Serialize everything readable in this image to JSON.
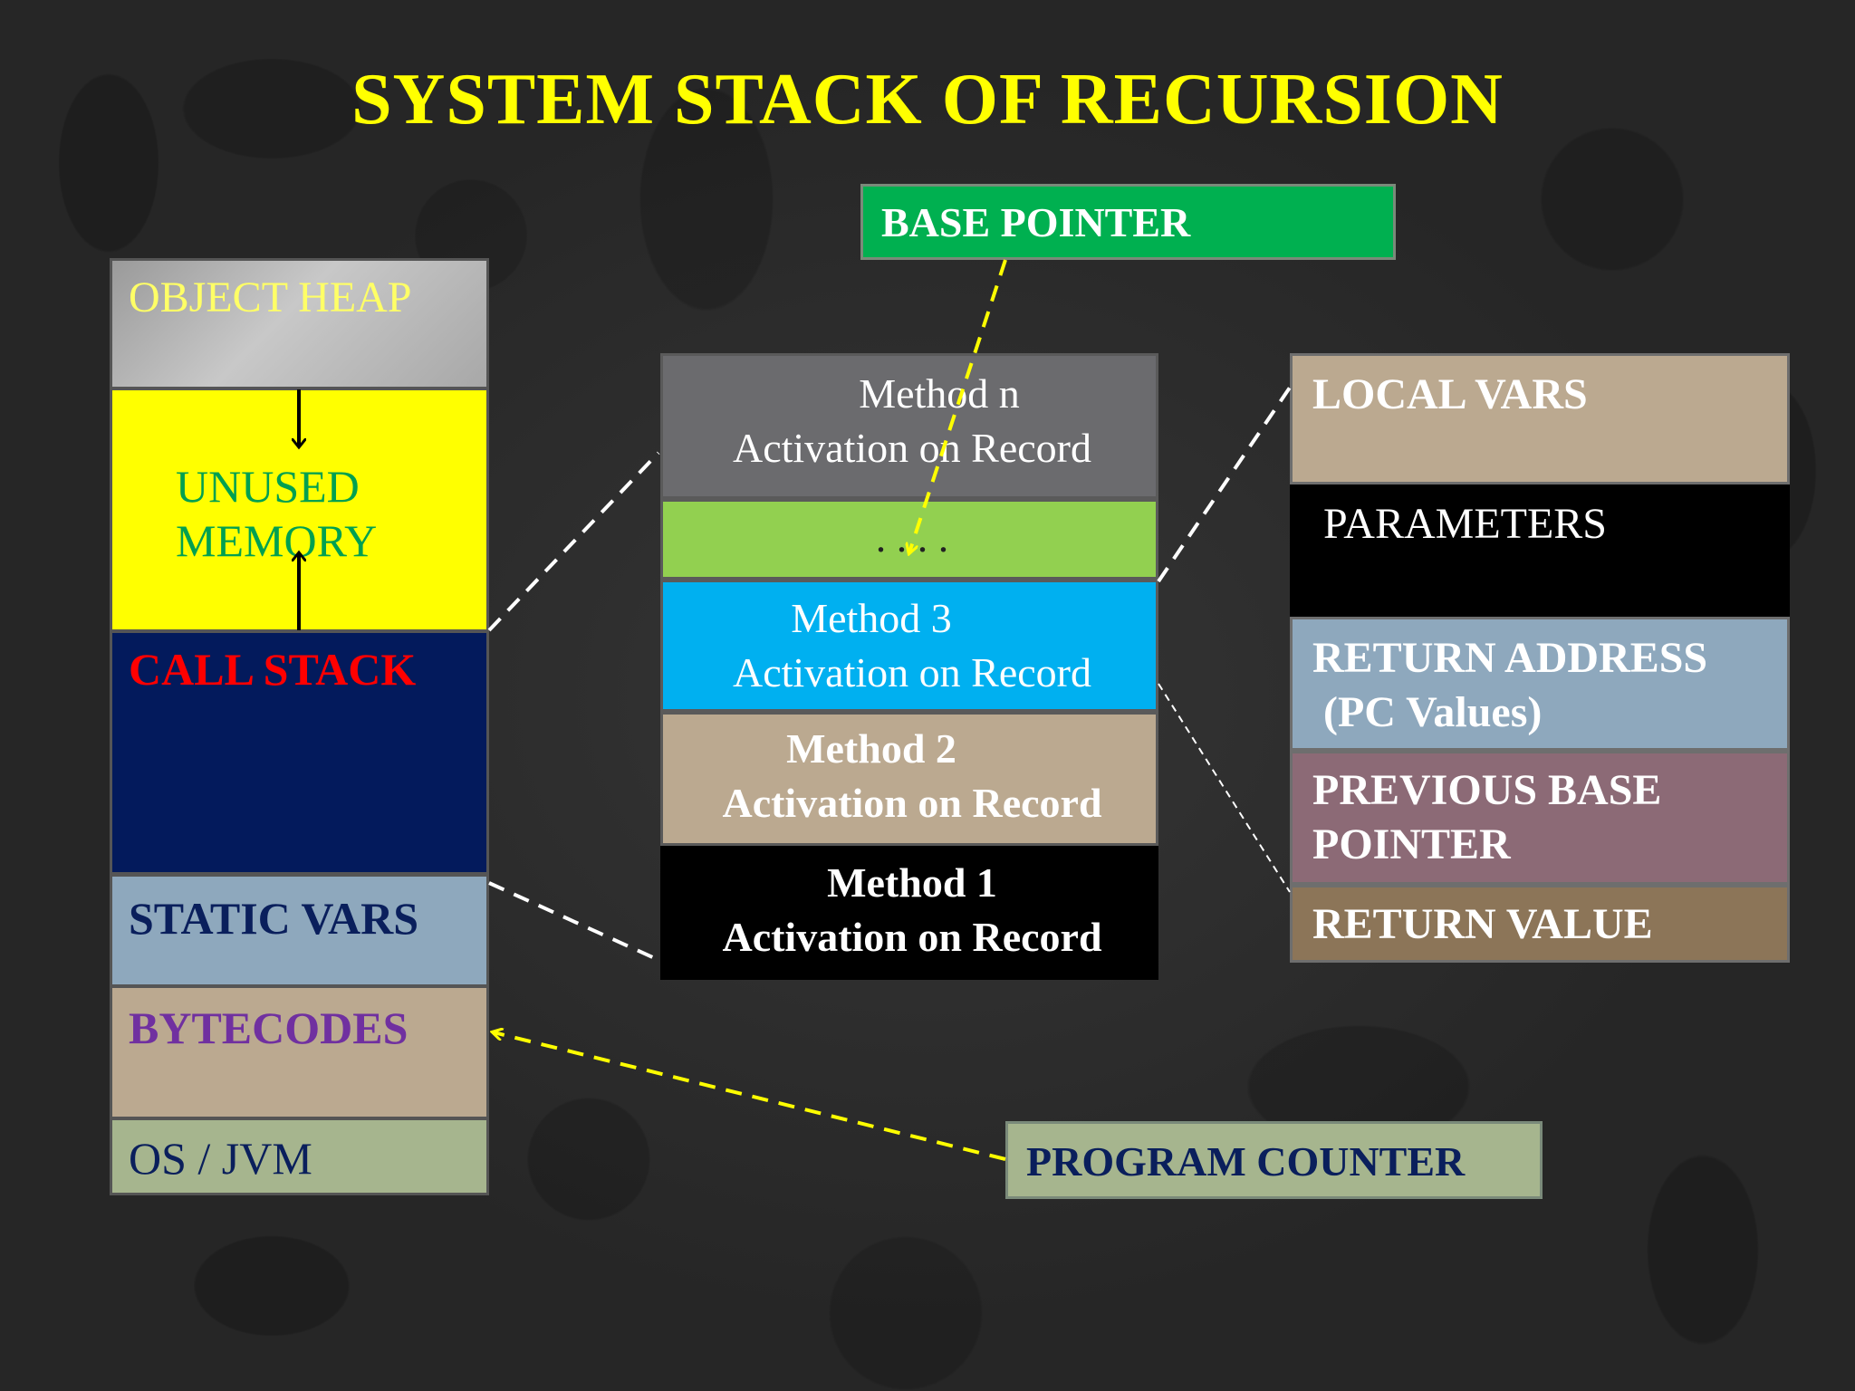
{
  "title": "SYSTEM STACK OF RECURSION",
  "memory_layout": {
    "object_heap": "OBJECT HEAP",
    "unused_memory_line1": "UNUSED",
    "unused_memory_line2": "MEMORY",
    "call_stack": "CALL STACK",
    "static_vars": "STATIC VARS",
    "bytecodes": "BYTECODES",
    "os_jvm": "OS / JVM"
  },
  "call_stack_frames": {
    "method_n_line1": "Method n",
    "method_n_line2": "Activation on Record",
    "ellipsis": ". . . .",
    "method_3_line1": "Method 3",
    "method_3_line2": "Activation on Record",
    "method_2_line1": "Method 2",
    "method_2_line2": "Activation on Record",
    "method_1_line1": "Method 1",
    "method_1_line2": "Activation on Record"
  },
  "activation_record": {
    "local_vars": "LOCAL VARS",
    "parameters": "PARAMETERS",
    "return_address_line1": "RETURN ADDRESS",
    "return_address_line2": "(PC Values)",
    "previous_base_pointer_line1": "PREVIOUS BASE",
    "previous_base_pointer_line2": "POINTER",
    "return_value": "RETURN VALUE"
  },
  "pointers": {
    "base_pointer": "BASE POINTER",
    "program_counter": "PROGRAM COUNTER"
  },
  "colors": {
    "title": "#ffff00",
    "object_heap_text": "#ffff66",
    "unused_memory_fill": "#ffff00",
    "unused_memory_text": "#00a050",
    "call_stack_fill": "#031a5c",
    "call_stack_text": "#ff0000",
    "static_vars_text": "#0a1f5c",
    "bytecodes_text": "#7030a0",
    "base_pointer_fill": "#00b050",
    "ellipsis_fill": "#92d050",
    "method_3_fill": "#00b0f0",
    "connector_yellow": "#ffff00",
    "connector_white": "#ffffff"
  }
}
